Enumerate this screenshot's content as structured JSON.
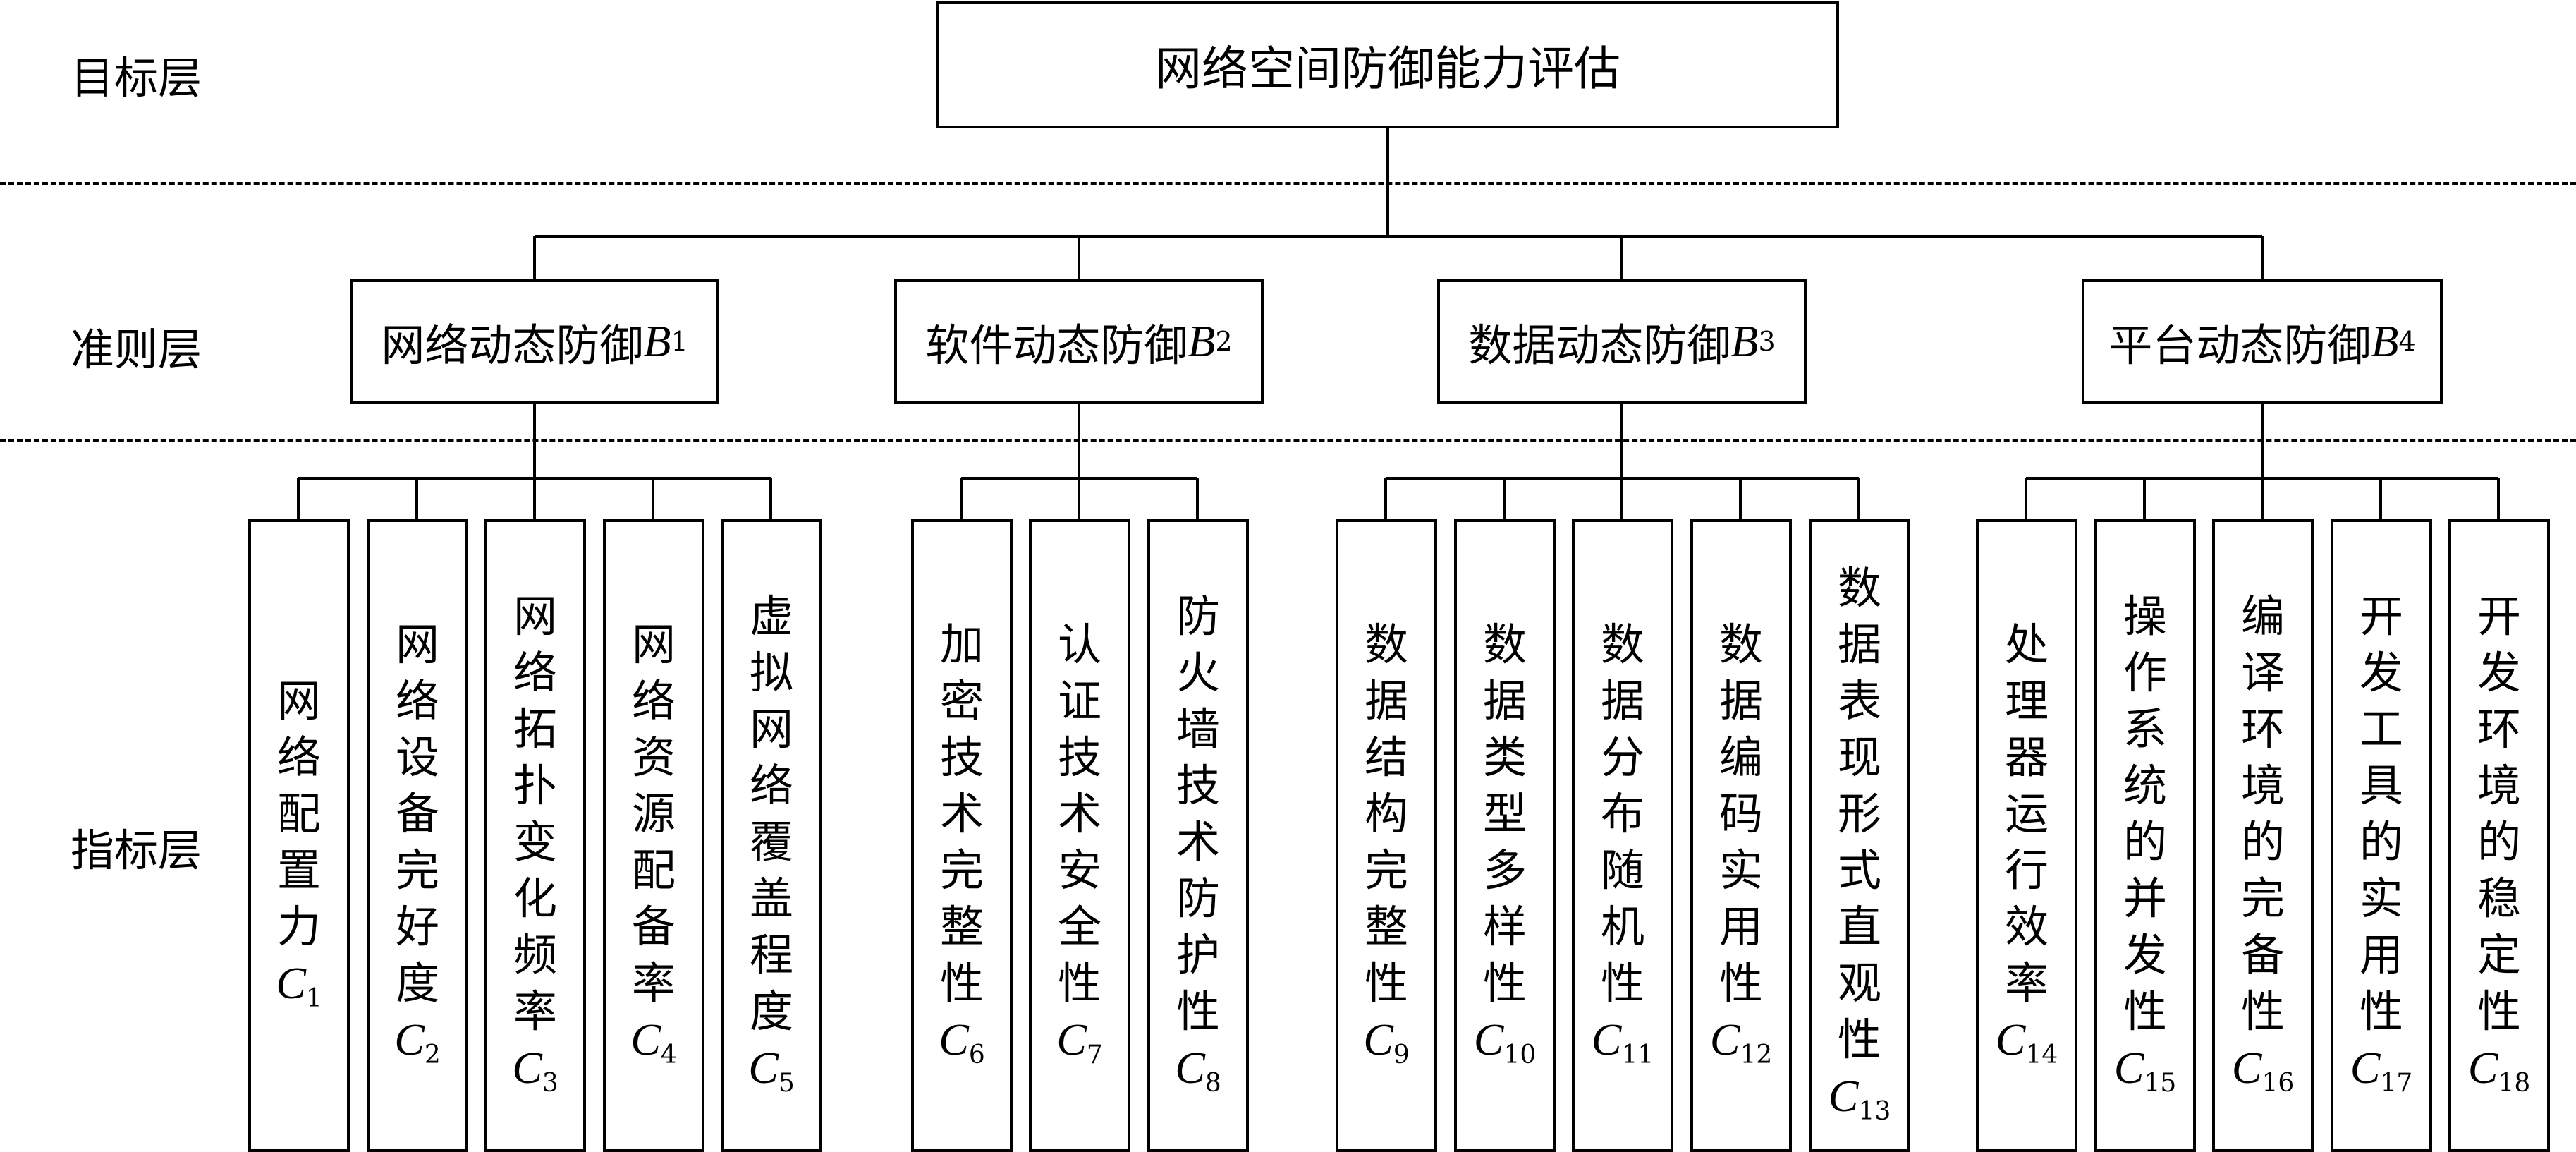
{
  "layers": {
    "goal_label": "目标层",
    "criteria_label": "准则层",
    "indicator_label": "指标层"
  },
  "goal": {
    "text": "网络空间防御能力评估"
  },
  "criteria": [
    {
      "text": "网络动态防御",
      "var": "B",
      "sub": "1"
    },
    {
      "text": "软件动态防御",
      "var": "B",
      "sub": "2"
    },
    {
      "text": "数据动态防御",
      "var": "B",
      "sub": "3"
    },
    {
      "text": "平台动态防御",
      "var": "B",
      "sub": "4"
    }
  ],
  "indicators": [
    {
      "text": "网络配置力",
      "var": "C",
      "sub": "1"
    },
    {
      "text": "网络设备完好度",
      "var": "C",
      "sub": "2"
    },
    {
      "text": "网络拓扑变化频率",
      "var": "C",
      "sub": "3"
    },
    {
      "text": "网络资源配备率",
      "var": "C",
      "sub": "4"
    },
    {
      "text": "虚拟网络覆盖程度",
      "var": "C",
      "sub": "5"
    },
    {
      "text": "加密技术完整性",
      "var": "C",
      "sub": "6"
    },
    {
      "text": "认证技术安全性",
      "var": "C",
      "sub": "7"
    },
    {
      "text": "防火墙技术防护性",
      "var": "C",
      "sub": "8"
    },
    {
      "text": "数据结构完整性",
      "var": "C",
      "sub": "9"
    },
    {
      "text": "数据类型多样性",
      "var": "C",
      "sub": "10"
    },
    {
      "text": "数据分布随机性",
      "var": "C",
      "sub": "11"
    },
    {
      "text": "数据编码实用性",
      "var": "C",
      "sub": "12"
    },
    {
      "text": "数据表现形式直观性",
      "var": "C",
      "sub": "13"
    },
    {
      "text": "处理器运行效率",
      "var": "C",
      "sub": "14"
    },
    {
      "text": "操作系统的并发性",
      "var": "C",
      "sub": "15"
    },
    {
      "text": "编译环境的完备性",
      "var": "C",
      "sub": "16"
    },
    {
      "text": "开发工具的实用性",
      "var": "C",
      "sub": "17"
    },
    {
      "text": "开发环境的稳定性",
      "var": "C",
      "sub": "18"
    }
  ]
}
